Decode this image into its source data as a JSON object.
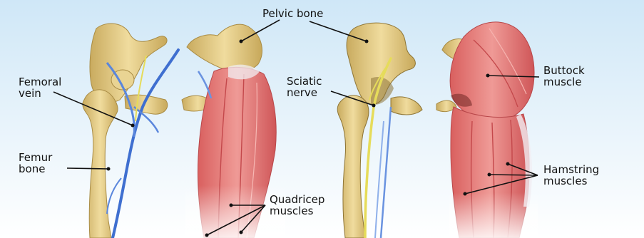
{
  "labels": {
    "pelvic_bone": "Pelvic bone",
    "femoral_vein": [
      "Femoral",
      "vein"
    ],
    "femur_bone": [
      "Femur",
      "bone"
    ],
    "sciatic_nerve": [
      "Sciatic",
      "nerve"
    ],
    "buttock_muscle": [
      "Buttock",
      "muscle"
    ],
    "hamstring_muscles": [
      "Hamstring",
      "muscles"
    ],
    "quadricep_muscles": [
      "Quadricep",
      "muscles"
    ]
  },
  "colors": {
    "background_top": "#cfe7f7",
    "background_bottom": "#ffffff",
    "bone": "#e3c982",
    "bone_shadow": "#b99a4d",
    "vein": "#3f6fd0",
    "nerve": "#e6dc5a",
    "muscle": "#e07a78",
    "muscle_dark": "#c4484b",
    "tendon": "#f1eef2",
    "leader_line": "#111111"
  }
}
